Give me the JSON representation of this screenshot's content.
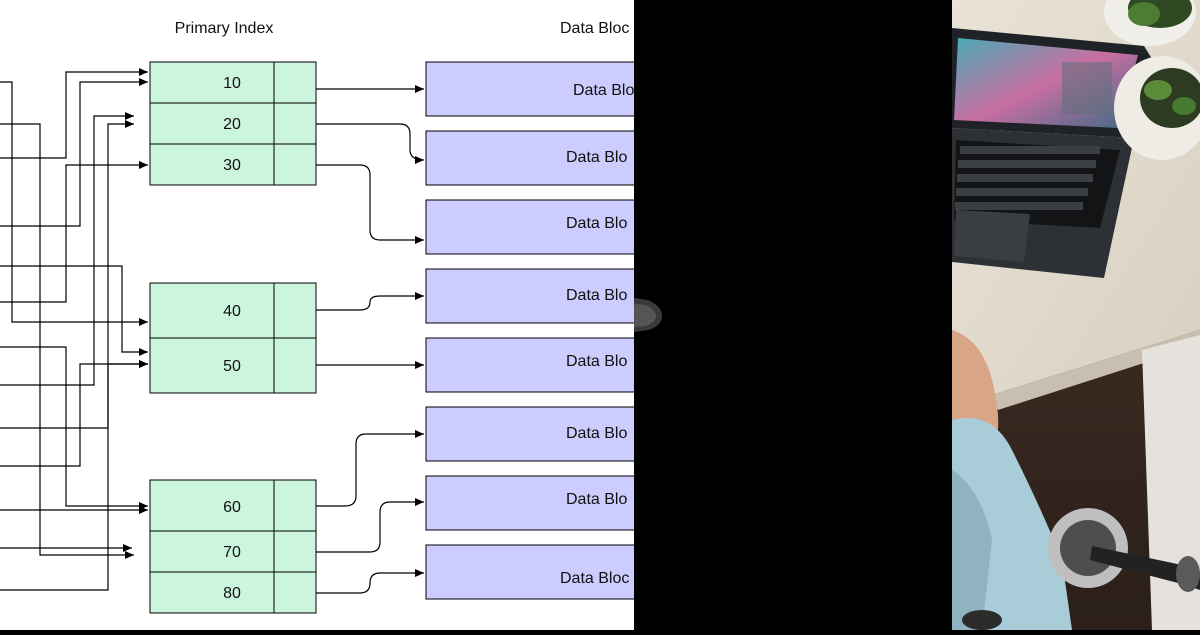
{
  "diagram": {
    "primary_index_header": "Primary Index",
    "data_blocks_header": "Data Bloc",
    "index_groups": [
      {
        "keys": [
          "10",
          "20",
          "30"
        ]
      },
      {
        "keys": [
          "40",
          "50"
        ]
      },
      {
        "keys": [
          "60",
          "70",
          "80"
        ]
      }
    ],
    "data_block_labels": [
      "Data Blo",
      "Data Blo",
      "Data Blo",
      "Data Blo",
      "Data Blo",
      "Data Blo",
      "Data Blo",
      "Data Bloc"
    ],
    "colors": {
      "index_fill": "#ccf5de",
      "block_fill": "#ccccff",
      "stroke": "#000000"
    }
  },
  "photo": {
    "subject": "person at desk with laptop and plants"
  }
}
